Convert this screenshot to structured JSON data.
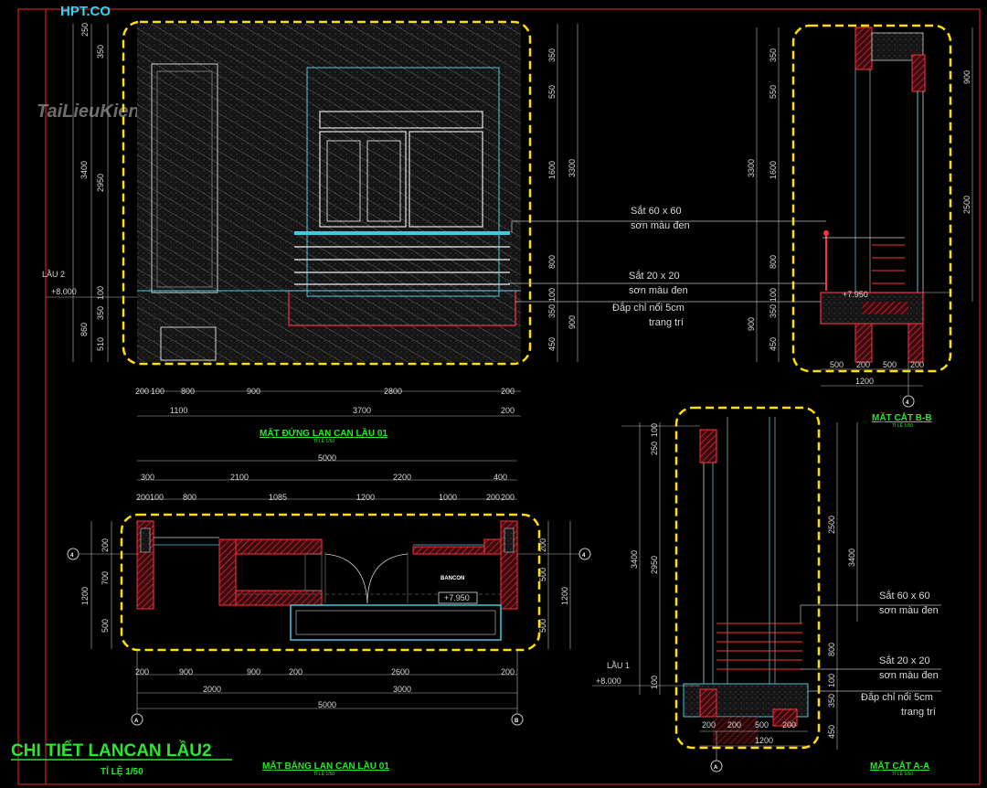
{
  "brand": "HPT.CO",
  "watermark": "TaiLieuKienTruc.Net",
  "main_title": "CHI TIẾT LANCAN LẦU2",
  "main_scale": "TỈ LỆ 1/50",
  "colors": {
    "frame": "#ff2020",
    "cloud": "#ffe000",
    "title": "#29e62e",
    "wall": "#ff3040",
    "glass": "#49c5e0"
  },
  "elevation": {
    "title": "MẶT ĐỨNG LAN CAN LẦU 01",
    "scale": "TỈ LỆ 1/50",
    "level_label": "LẦU 2",
    "level_value": "+8.000",
    "left_dims": [
      "250",
      "350",
      "2950",
      "100",
      "350",
      "510",
      "3400",
      "860"
    ],
    "right_dims": [
      "350",
      "550",
      "1600",
      "800",
      "100",
      "350",
      "450",
      "3300",
      "900"
    ],
    "bottom_row1": [
      "200",
      "100",
      "800",
      "900",
      "2800",
      "200"
    ],
    "bottom_row2": [
      "1100",
      "3700",
      "200"
    ]
  },
  "notes": {
    "n1a": "Sắt 60 x 60",
    "n1b": "sơn màu đen",
    "n2a": "Sắt  20 x 20",
    "n2b": "sơn màu đen",
    "n3a": "Đắp chỉ nổi 5cm",
    "n3b": "trang trí"
  },
  "plan": {
    "title": "MẶT BẰNG LAN CAN LẦU 01",
    "scale": "TỈ LỆ 1/50",
    "room": "BANCON",
    "level": "+7.950",
    "overall": "5000",
    "top_row1": [
      "300",
      "2100",
      "2200",
      "400"
    ],
    "top_row2": [
      "200",
      "100",
      "800",
      "1085",
      "1200",
      "1000",
      "200",
      "200"
    ],
    "left_dims": [
      "200",
      "700",
      "500",
      "1200"
    ],
    "right_dims": [
      "200",
      "500",
      "500",
      "1200"
    ],
    "bottom_row1": [
      "200",
      "900",
      "900",
      "200",
      "2600",
      "200"
    ],
    "bottom_row2": [
      "2000",
      "3000"
    ],
    "bottom_overall": "5000",
    "axis_a": "A",
    "axis_b": "B",
    "axis_4": "4"
  },
  "section_bb": {
    "title": "MẶT CẮT B-B",
    "scale": "TỈ LỆ 1/50",
    "level": "+7.950",
    "left_dims": [
      "350",
      "550",
      "1600",
      "800",
      "100",
      "350",
      "900",
      "450",
      "3300"
    ],
    "right_dims": [
      "900",
      "2500"
    ],
    "bottom_dims": [
      "500",
      "200",
      "500",
      "200"
    ],
    "bottom_total": "1200",
    "axis": "4"
  },
  "section_aa": {
    "title": "MẶT CẮT A-A",
    "scale": "TỈ LỆ 1/50",
    "level_label": "LẦU 1",
    "level_value": "+8.000",
    "left_dims": [
      "100",
      "250",
      "2950",
      "3400",
      "100"
    ],
    "right_dims": [
      "2500",
      "3400",
      "800",
      "100",
      "350",
      "450"
    ],
    "bottom_dims": [
      "200",
      "200",
      "500",
      "200"
    ],
    "bottom_total": "1200",
    "axis": "A"
  }
}
